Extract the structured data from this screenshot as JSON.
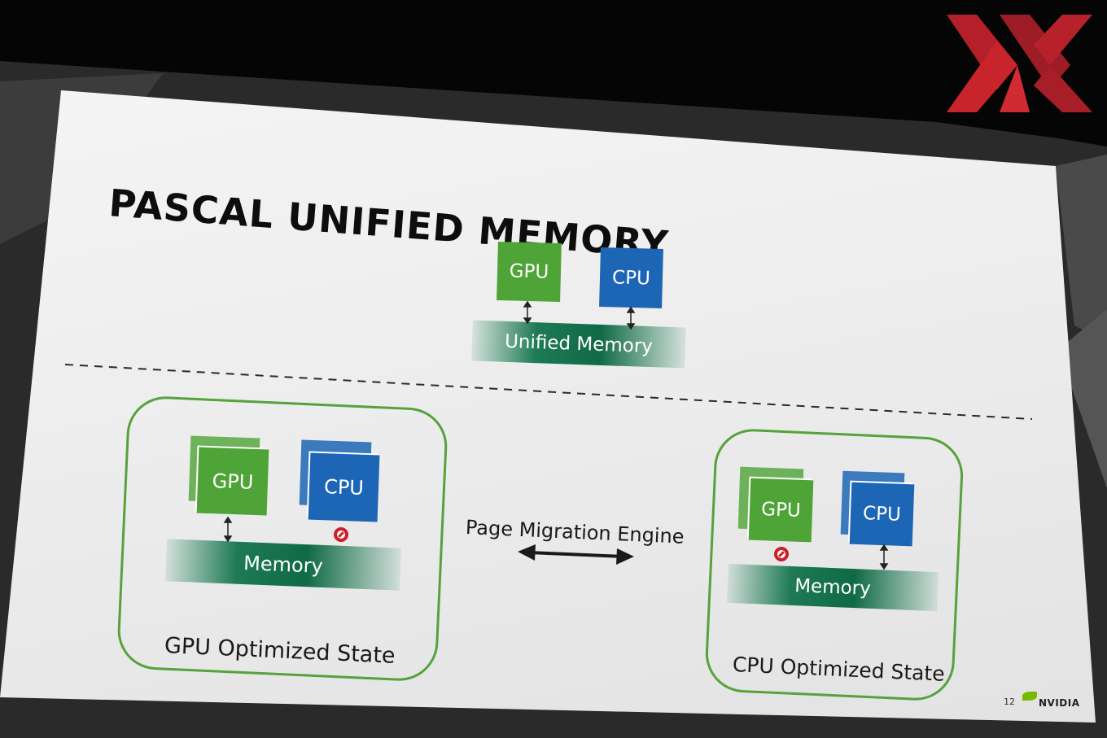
{
  "slide": {
    "title": "PASCAL UNIFIED MEMORY",
    "top_diagram": {
      "gpu_label": "GPU",
      "cpu_label": "CPU",
      "memory_label": "Unified Memory"
    },
    "gpu_state": {
      "gpu_label": "GPU",
      "cpu_label": "CPU",
      "memory_label": "Memory",
      "caption": "GPU Optimized State"
    },
    "migration": {
      "label": "Page Migration Engine"
    },
    "cpu_state": {
      "gpu_label": "GPU",
      "cpu_label": "CPU",
      "memory_label": "Memory",
      "caption": "CPU Optimized State"
    },
    "footer": {
      "page_number": "12",
      "brand": "NVIDIA"
    }
  },
  "colors": {
    "gpu_green": "#4ea436",
    "cpu_blue": "#1c66b5",
    "memory_green": "#0f6a45",
    "panel_border": "#56a23c",
    "no_access_red": "#cc1f2a",
    "watermark_red": "#c8242c"
  },
  "icons": [
    "no-access-icon",
    "bidirectional-arrow-icon",
    "nvidia-logo-icon",
    "watermark-logo"
  ]
}
